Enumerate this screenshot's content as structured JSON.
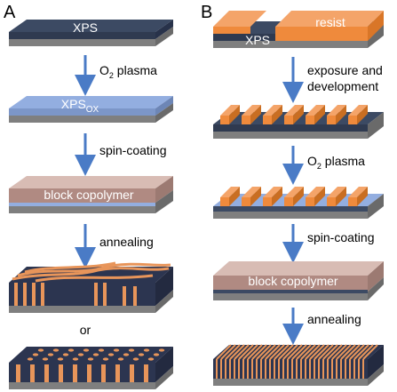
{
  "panels": {
    "a": {
      "letter": "A",
      "layer_labels": {
        "xps": "XPS",
        "xps_ox": "XPS",
        "xps_ox_subscript": "OX",
        "block_copolymer": "block copolymer"
      },
      "steps": {
        "o2_plasma": "O",
        "o2_plasma_sub": "2",
        "o2_plasma_rest": " plasma",
        "spin_coating": "spin-coating",
        "annealing": "annealing",
        "or": "or"
      }
    },
    "b": {
      "letter": "B",
      "layer_labels": {
        "resist": "resist",
        "xps": "XPS",
        "block_copolymer": "block copolymer"
      },
      "steps": {
        "exposure_line1": "exposure and",
        "exposure_line2": "development",
        "o2_plasma": "O",
        "o2_plasma_sub": "2",
        "o2_plasma_rest": " plasma",
        "spin_coating": "spin-coating",
        "annealing": "annealing"
      }
    }
  },
  "colors": {
    "substrate_top": "#b3b3b3",
    "substrate_front": "#7f7f7f",
    "xps": "#3c4a63",
    "xps_ox": "#93aee0",
    "block_copolymer": "#c9a8a0",
    "resist": "#ef8a3c",
    "arrow": "#4a7bc6",
    "domain_dark": "#2c3550",
    "domain_orange": "#e8955a"
  }
}
